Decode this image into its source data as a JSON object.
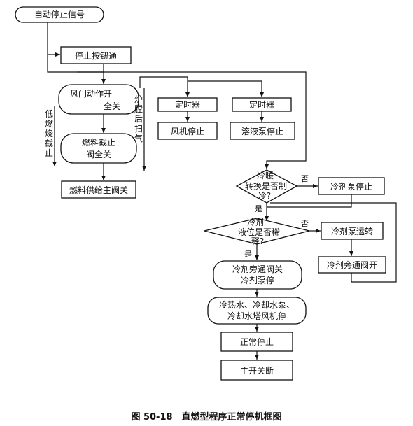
{
  "nodes": {
    "auto_stop_signal": "自动停止信号",
    "stop_button": "停止按钮通",
    "damper_open": "风门动作开",
    "damper_full_close": "全关",
    "fuel_cutoff_1": "燃料截止",
    "fuel_cutoff_2": "阀全关",
    "fuel_main_valve": "燃料供给主阀关",
    "timer_1": "定时器",
    "timer_2": "定时器",
    "fan_stop": "风机停止",
    "solution_pump_stop": "溶液泵停止",
    "decision_1_line1": "冷暖",
    "decision_1_line2": "转换是否制",
    "decision_1_line3": "冷?",
    "refrigerant_pump_stop": "冷剂泵停止",
    "decision_2_line1": "冷剂",
    "decision_2_line2": "液位是否稀",
    "decision_2_line3": "释?",
    "refrigerant_pump_run": "冷剂泵运转",
    "bypass_valve_open": "冷剂旁通阀开",
    "bypass_close_line1": "冷剂旁通阀关",
    "bypass_close_line2": "冷剂泵停",
    "pumps_stop_line1": "冷热水、冷却水泵、",
    "pumps_stop_line2": "冷却水塔风机停",
    "normal_stop": "正常停止",
    "main_switch_off": "主开关断"
  },
  "side_labels": {
    "low_fire_cutoff": [
      "低",
      "燃",
      "烧",
      "截",
      "止"
    ],
    "furnace_purge": [
      "炉",
      "膛",
      "后",
      "扫",
      "气"
    ]
  },
  "branch_labels": {
    "no_1": "否",
    "yes_1": "是",
    "no_2": "否",
    "yes_2": "是"
  },
  "caption": "图 50-18　直燃型程序正常停机框图"
}
